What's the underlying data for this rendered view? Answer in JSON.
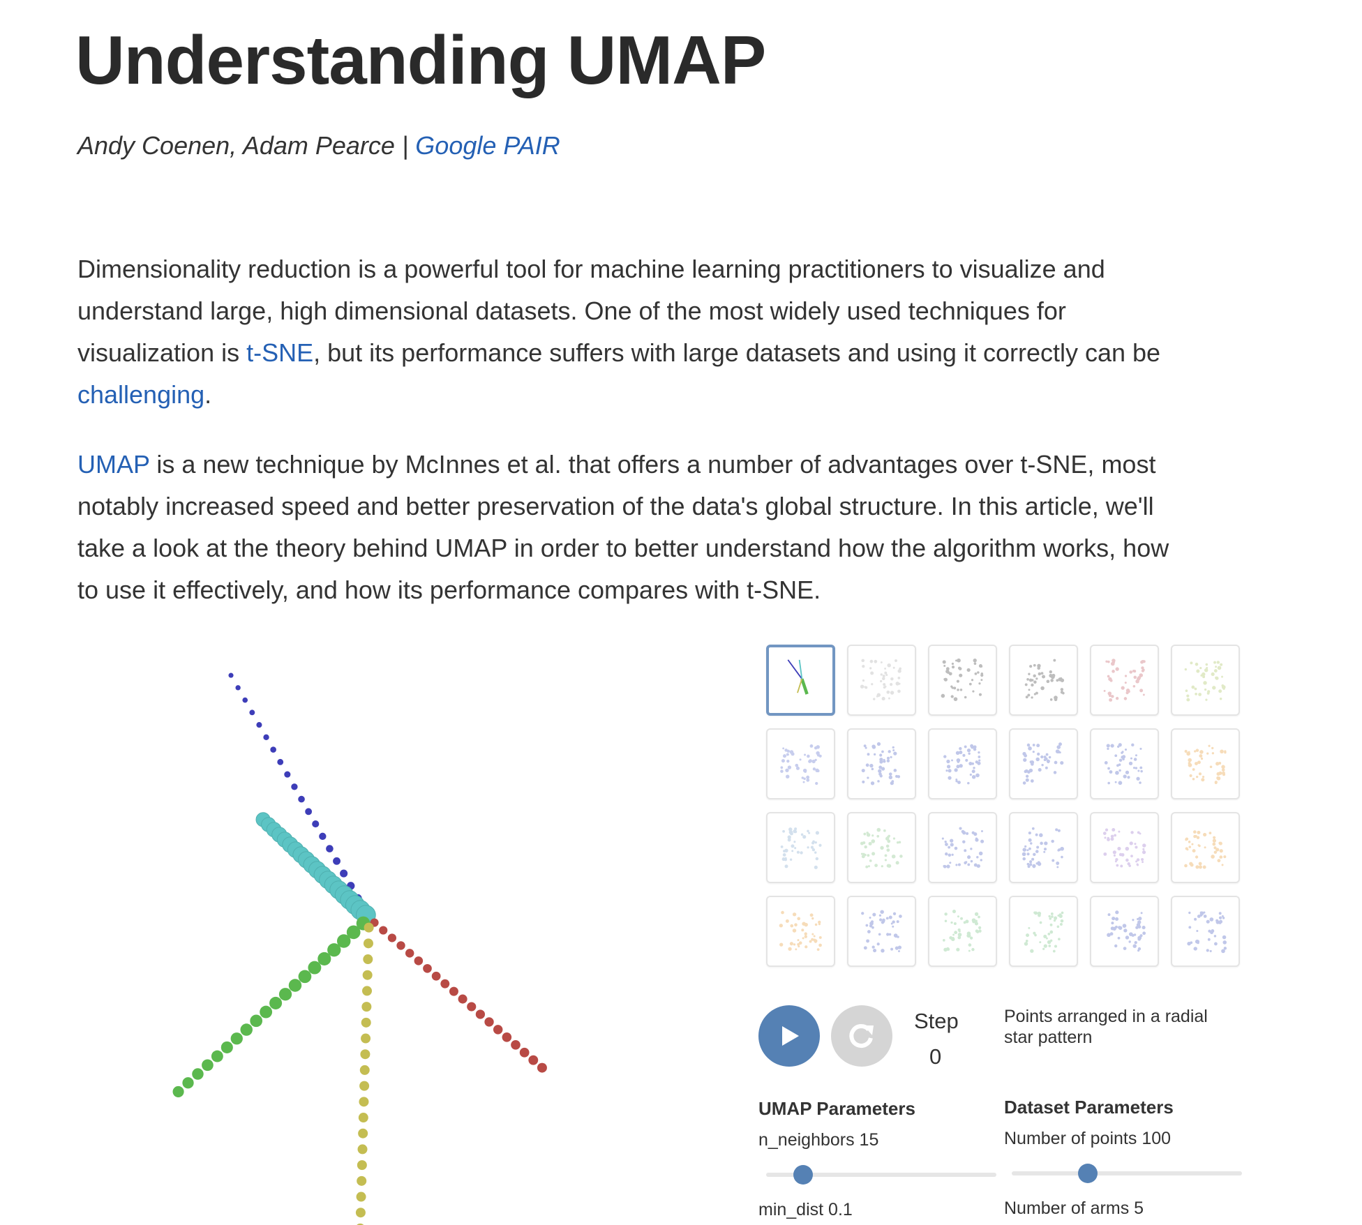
{
  "article": {
    "title": "Understanding UMAP",
    "authors": "Andy Coenen, Adam Pearce | ",
    "org_link": "Google PAIR",
    "p1": [
      "Dimensionality reduction is a powerful tool for machine learning practitioners to visualize and understand large, high dimensional datasets. One of the most widely used techniques for visualization is ",
      "t-SNE",
      ", but its performance suffers with large datasets and using it correctly can be ",
      "challenging",
      "."
    ],
    "p2": [
      "UMAP",
      " is a new technique by McInnes et al. that offers a number of advantages over t-SNE, most notably increased speed and better preservation of the data's global structure. In this article, we'll take a look at the theory behind UMAP in order to better understand how the algorithm works, how to use it effectively, and how its performance compares with t-SNE."
    ]
  },
  "visualization": {
    "arm_colors": [
      "#3d3db8",
      "#5cc4c4",
      "#b84a45",
      "#5bb84e",
      "#c4bd52"
    ],
    "thumbnails": [
      {
        "name": "radial-star",
        "color": "#5bb84e",
        "selected": true
      },
      {
        "name": "linked-clusters",
        "color": "#cccccc"
      },
      {
        "name": "grid",
        "color": "#888888"
      },
      {
        "name": "grid-holes",
        "color": "#888888"
      },
      {
        "name": "sine-waves",
        "color": "#d99aa0"
      },
      {
        "name": "sine-waves-green",
        "color": "#c9d99a"
      },
      {
        "name": "gradient-grid",
        "color": "#9aa6e0"
      },
      {
        "name": "two-clusters",
        "color": "#8e9ad8"
      },
      {
        "name": "three-clusters",
        "color": "#8e9ad8"
      },
      {
        "name": "two-clusters-unequal",
        "color": "#8e9ad8"
      },
      {
        "name": "parallel-lines",
        "color": "#8e9ad8"
      },
      {
        "name": "scattered-gaussian",
        "color": "#f0c080"
      },
      {
        "name": "circle",
        "color": "#b0c8e0"
      },
      {
        "name": "broken-circle",
        "color": "#b0d8b0"
      },
      {
        "name": "random-scatter",
        "color": "#8e9ad8"
      },
      {
        "name": "random-cluster",
        "color": "#8e9ad8"
      },
      {
        "name": "trefoil-knot",
        "color": "#c0a8e0"
      },
      {
        "name": "linked-rings",
        "color": "#f0c080"
      },
      {
        "name": "unlinked-rings",
        "color": "#f0c080"
      },
      {
        "name": "sparse-points",
        "color": "#8e9ad8"
      },
      {
        "name": "mixed-clusters-green",
        "color": "#a8d8b0"
      },
      {
        "name": "mixed-clusters",
        "color": "#a8d8b0"
      },
      {
        "name": "sparse-points-2",
        "color": "#8e9ad8"
      },
      {
        "name": "big-scatter",
        "color": "#8e9ad8"
      }
    ],
    "step_label": "Step",
    "step_value": "0",
    "description": "Points arranged in a radial star pattern",
    "umap_params_title": "UMAP Parameters",
    "dataset_params_title": "Dataset Parameters",
    "n_neighbors_label": "n_neighbors 15",
    "n_neighbors_fraction": 0.16,
    "min_dist_label": "min_dist 0.1",
    "num_points_label": "Number of points 100",
    "num_points_fraction": 0.33,
    "num_points": 100,
    "num_arms_label": "Number of arms 5",
    "num_arms": 5,
    "accent": "#5581b4"
  }
}
